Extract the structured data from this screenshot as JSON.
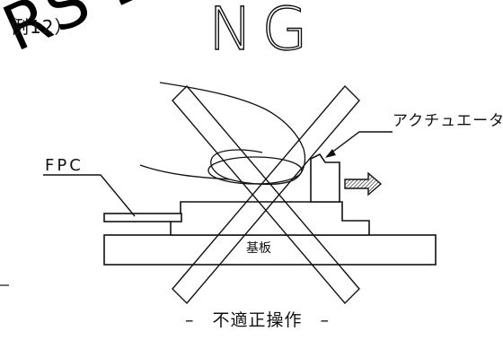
{
  "watermark": {
    "text": "RS DR"
  },
  "example_label": "例12）",
  "ng_label": "NG",
  "actuator_label": "アクチュエータ",
  "fpc_label": "FPC",
  "substrate_label": "基板",
  "caption": {
    "prefix": "–",
    "text": "不適正操作",
    "suffix": "–"
  },
  "colors": {
    "line": "#111111",
    "background": "#ffffff"
  },
  "icons": [
    "cross-mark",
    "finger-outline",
    "push-arrow"
  ]
}
